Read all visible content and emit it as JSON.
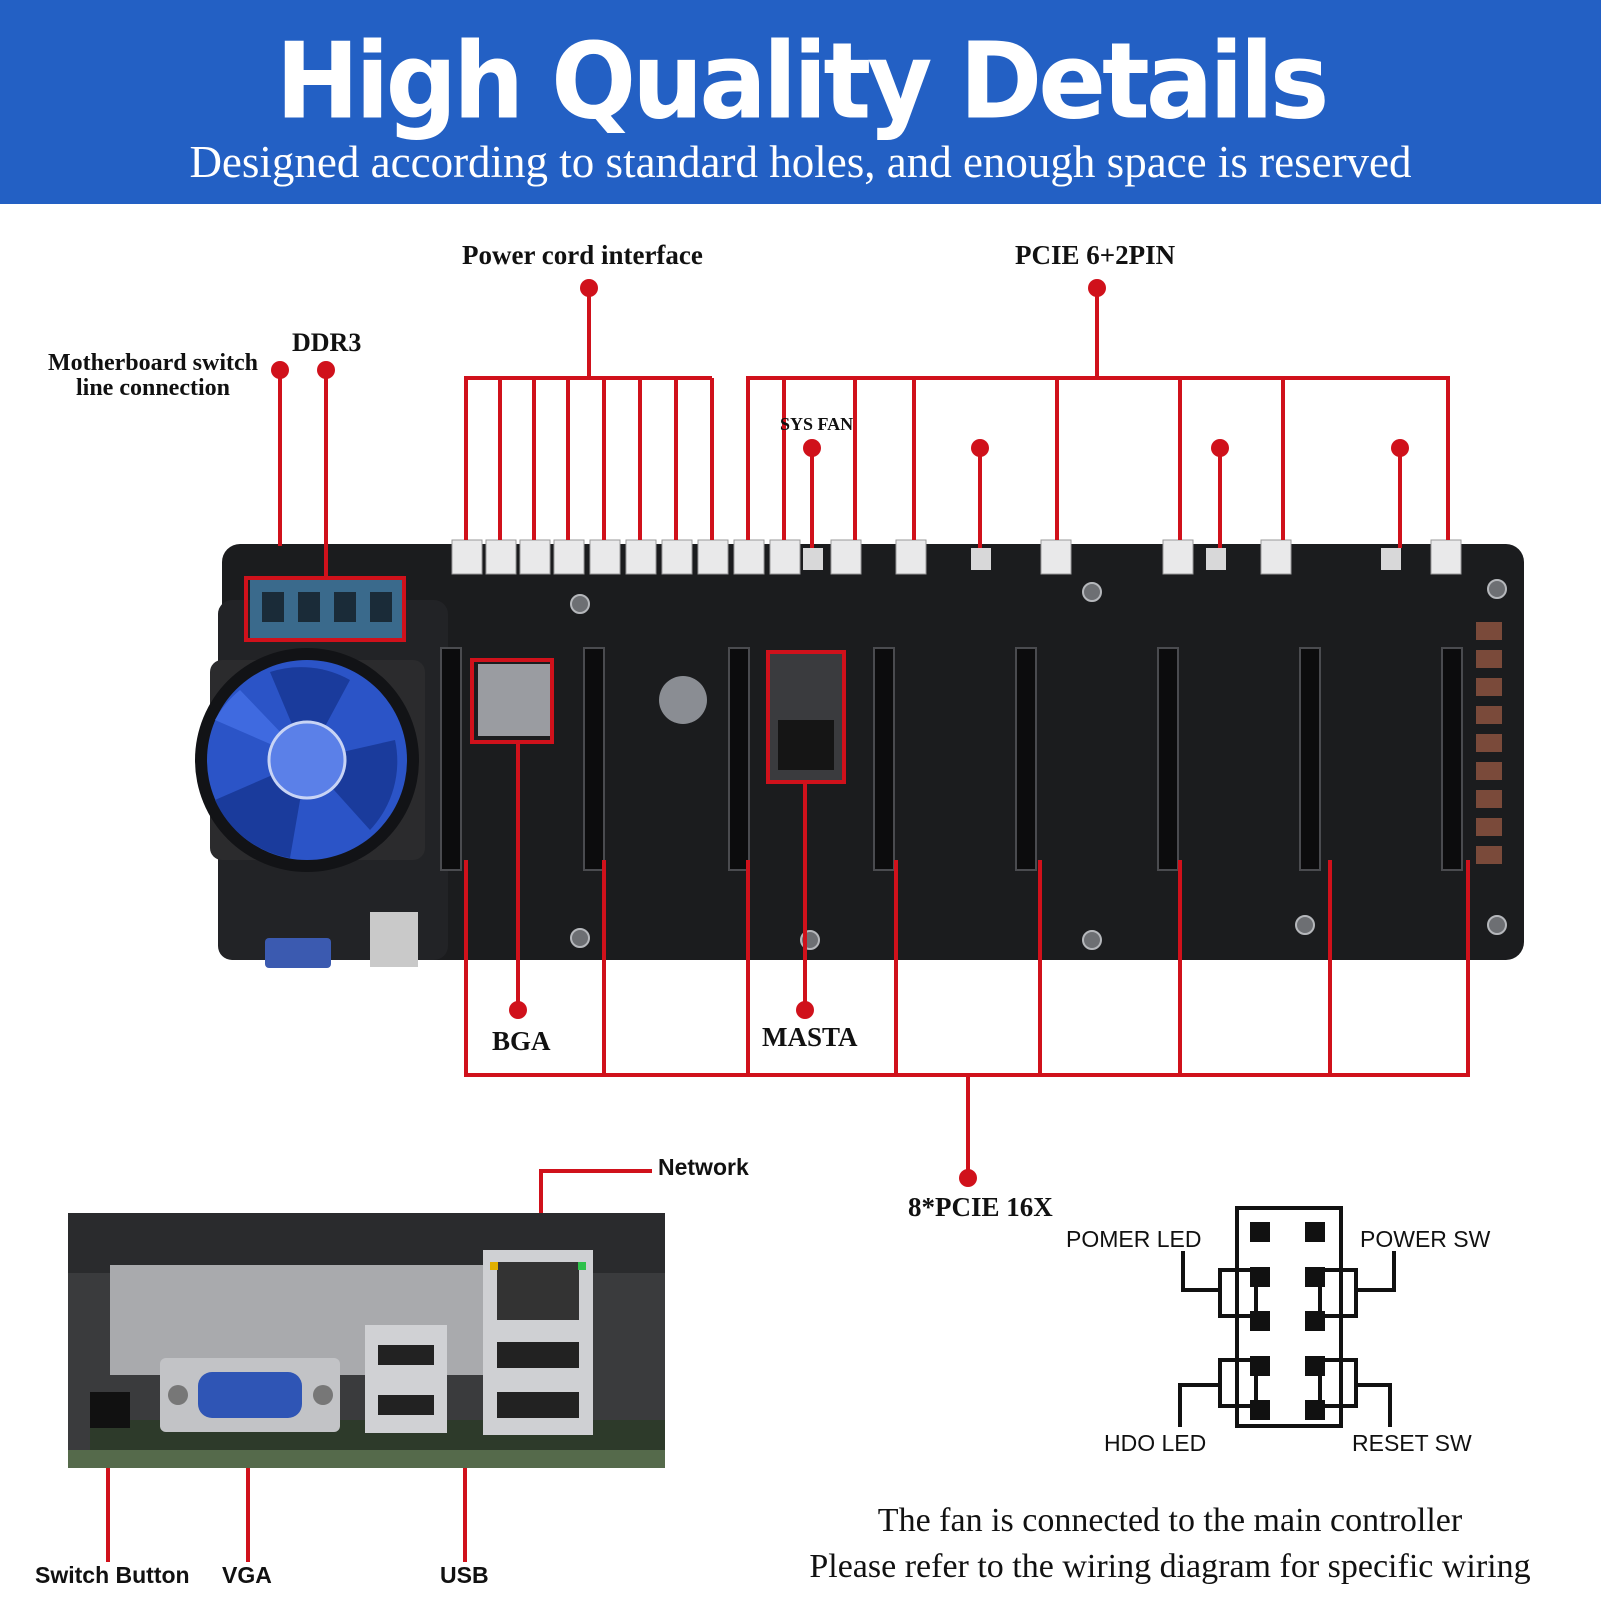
{
  "banner": {
    "title": "High Quality Details",
    "subtitle": "Designed according to standard holes, and enough space is reserved"
  },
  "labels": {
    "power_cord": "Power cord interface",
    "pcie_pin": "PCIE 6+2PIN",
    "switch_line_1": "Motherboard switch",
    "switch_line_2": "line connection",
    "ddr3": "DDR3",
    "sys_fan": "SYS FAN",
    "bga": "BGA",
    "masta": "MASTA",
    "pcie_16x": "8*PCIE 16X",
    "network": "Network",
    "switch_button": "Switch Button",
    "vga": "VGA",
    "usb": "USB"
  },
  "pin_header": {
    "power_led": "POMER LED",
    "power_sw": "POWER SW",
    "hdd_led": "HDO LED",
    "reset_sw": "RESET SW"
  },
  "footer": {
    "line1": "The fan is connected to the main controller",
    "line2": "Please refer to the wiring diagram for specific wiring"
  },
  "colors": {
    "banner": "#2360c4",
    "callout": "#d0111b",
    "board": "#1b1c1e",
    "fan": "#2b54c7"
  }
}
